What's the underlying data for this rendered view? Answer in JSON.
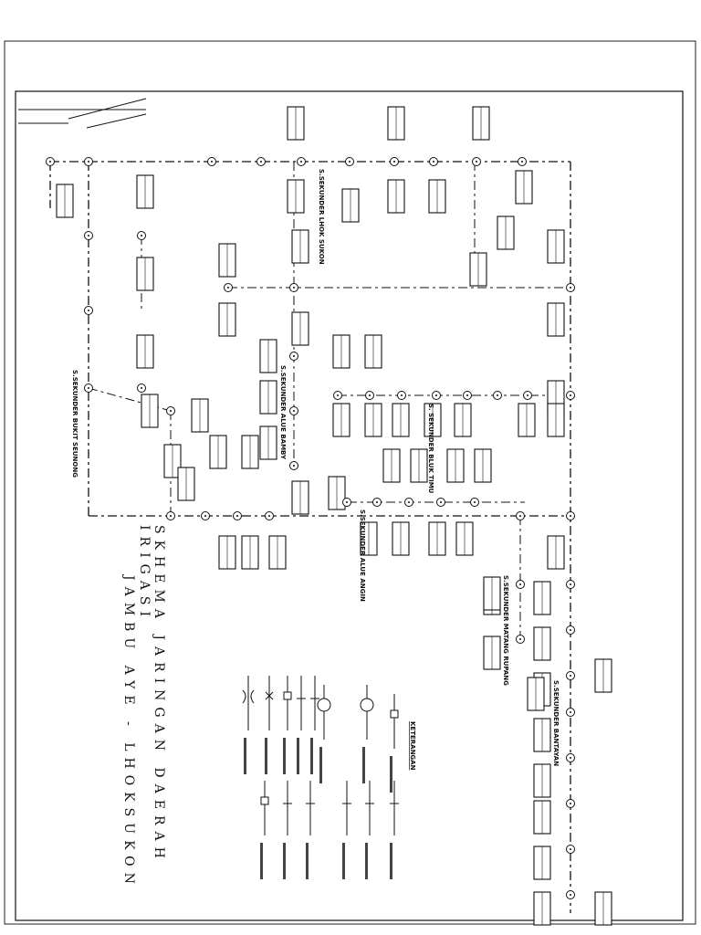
{
  "title": {
    "line1": "SKHEMA JARINGAN DAERAH IRIGASI",
    "line2": "JAMBU AYE - LHOKSUKON"
  },
  "legend": {
    "heading": "KETERANGAN"
  },
  "channels": [
    {
      "name": "S.SEKUNDER LHOK SUKON"
    },
    {
      "name": "S.SEKUNDER ALUE BAMBY"
    },
    {
      "name": "S. SEKUNDER BLUK TIMU"
    },
    {
      "name": "S.SEKUNDER ALUE ANGIN"
    },
    {
      "name": "S.SEKUNDER MATANG RUPANG"
    },
    {
      "name": "S.SEKUNDER BANTAYAN"
    },
    {
      "name": "S.SEKUNDER BUKIT SEUNONG"
    }
  ],
  "colors": {
    "line": "#111111",
    "background": "#ffffff"
  }
}
